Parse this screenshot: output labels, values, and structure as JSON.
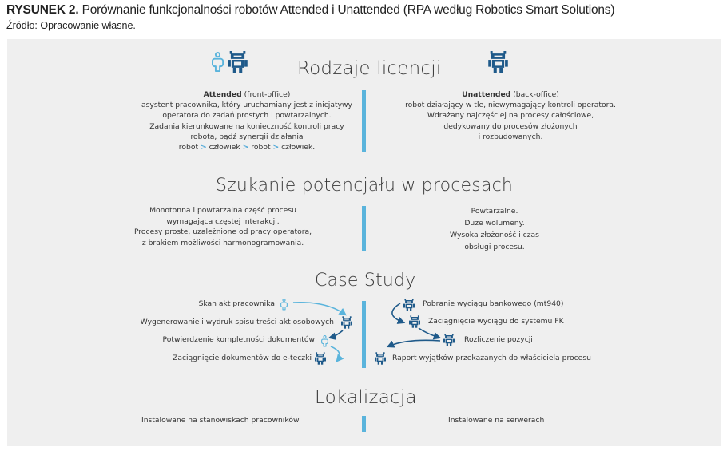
{
  "figure": {
    "label": "RYSUNEK 2.",
    "title": "Porównanie funkcjonalności robotów Attended i Unattended (RPA według Robotics Smart Solutions)",
    "source": "Źródło: Opracowanie własne."
  },
  "colors": {
    "robot": "#1f5a8a",
    "human": "#5ab4dc",
    "divider": "#5ab4dc",
    "panel_bg": "#efefef"
  },
  "sections": {
    "licenses": {
      "title": "Rodzaje licencji",
      "attended": {
        "name": "Attended",
        "subtitle": "(front-office)",
        "lines": [
          "asystent pracownika, który uruchamiany jest z inicjatywy",
          "operatora do zadań prostych i powtarzalnych.",
          "Zadania kierunkowane na konieczność kontroli pracy",
          "robota, bądź synergii działania"
        ],
        "flow": [
          "robot",
          "człowiek",
          "robot",
          "człowiek."
        ],
        "flow_separator": ">"
      },
      "unattended": {
        "name": "Unattended",
        "subtitle": "(back-office)",
        "lines": [
          "robot działający w tle, niewymagający kontroli operatora.",
          "Wdrażany najczęściej na procesy całościowe,",
          "dedykowany do procesów złożonych",
          "i rozbudowanych."
        ]
      }
    },
    "potential": {
      "title": "Szukanie potencjału w procesach",
      "left": [
        "Monotonna i powtarzalna część procesu",
        "wymagająca częstej interakcji.",
        "Procesy proste, uzależnione od pracy operatora,",
        "z brakiem możliwości harmonogramowania."
      ],
      "right": [
        "Powtarzalne.",
        "Duże wolumeny.",
        "Wysoka złożoność i czas",
        "obsługi procesu."
      ]
    },
    "case_study": {
      "title": "Case Study",
      "left_steps": [
        {
          "text": "Skan akt pracownika",
          "actor": "human"
        },
        {
          "text": "Wygenerowanie i wydruk spisu treści akt osobowych",
          "actor": "robot"
        },
        {
          "text": "Potwierdzenie kompletności dokumentów",
          "actor": "human"
        },
        {
          "text": "Zaciągnięcie dokumentów do e-teczki",
          "actor": "robot"
        }
      ],
      "right_steps": [
        {
          "text": "Pobranie wyciągu bankowego (mt940)",
          "actor": "robot"
        },
        {
          "text": "Zaciągnięcie wyciągu do systemu FK",
          "actor": "robot"
        },
        {
          "text": "Rozliczenie pozycji",
          "actor": "robot"
        },
        {
          "text": "Raport wyjątków przekazanych do właściciela procesu",
          "actor": "robot"
        }
      ]
    },
    "location": {
      "title": "Lokalizacja",
      "left": "Instalowane na stanowiskach pracowników",
      "right": "Instalowane na serwerach"
    }
  }
}
